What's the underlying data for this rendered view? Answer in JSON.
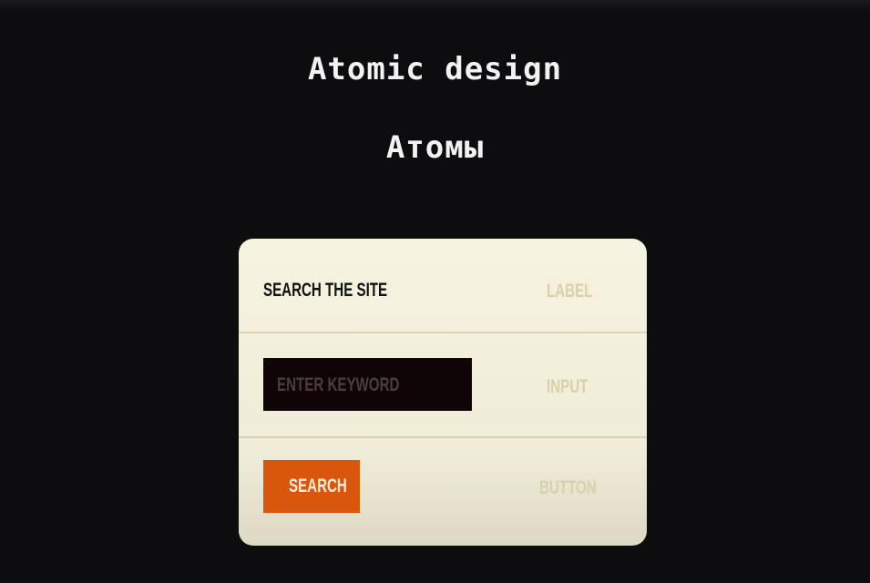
{
  "page": {
    "title": "Atomic design",
    "subtitle": "Атомы"
  },
  "card": {
    "label_row": {
      "label_text": "SEARCH THE SITE",
      "tag": "LABEL"
    },
    "input_row": {
      "placeholder": "ENTER KEYWORD",
      "tag": "INPUT"
    },
    "button_row": {
      "button_label": "SEARCH",
      "tag": "BUTTON"
    }
  },
  "colors": {
    "background": "#0d0d0f",
    "card": "#f3f1dc",
    "input_bg": "#100506",
    "button_accent": "#d9560d",
    "tag_text": "#d6d2aa"
  }
}
